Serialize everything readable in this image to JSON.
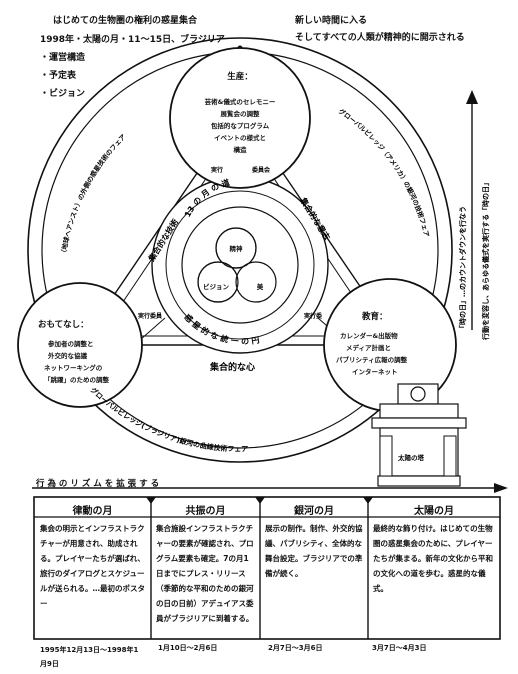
{
  "header": {
    "title": "はじめての生物圏の権利の惑星集合",
    "dates": "1998年・太陽の月・11〜15日、ブラジリア",
    "bullets": [
      "・運営構造",
      "・予定表",
      "・ビジョン"
    ],
    "right_line1": "新しい時間に入る",
    "right_line2": "そしてすべての人類が精神的に開示される"
  },
  "diagram": {
    "top_circle": {
      "title": "生産：",
      "lines": [
        "芸術&儀式のセレモニー",
        "展覧会の調整",
        "包括的なプログラム",
        "イベントの様式と",
        "構造"
      ]
    },
    "left_circle": {
      "title": "おもてなし：",
      "lines": [
        "参加者の調整と",
        "外交的な協議",
        "ネットワーキングの",
        "「跳躍」のための調整"
      ]
    },
    "right_circle": {
      "title": "教育：",
      "lines": [
        "カレンダー&出版物",
        "メディア計画と",
        "パブリシティ広報の調整",
        "インターネット"
      ]
    },
    "center": {
      "top": "精神",
      "left": "ビジョン",
      "right": "美"
    },
    "inner_ring_label": "13 の 月 の 道",
    "bottom_arc_label": "惑 星 的 な 統 一 の 円",
    "left_spoke": "集合的な技術",
    "right_spoke": "集合的な意志",
    "bottom_spoke": "集合的な心",
    "small_labels": [
      "実行",
      "委員会",
      "実行委員",
      "実行委"
    ],
    "outer_arc_bottom": "グローバルビレッジ(ブラジリア)銀河の曲線技術フェア",
    "outer_arc_left": "（地球ヘアンスト）の外側の惑星技術のフェア",
    "outer_arc_right": "グローバルビレッジ（アメリカ）の銀河の技術フェア",
    "tower_label": "太陽の塔",
    "vertical_left": "「時の日」…のカウントダウンを行なう",
    "vertical_right": "行動を変容し、あらゆる儀式を実行する「時の日」"
  },
  "timeline": {
    "banner": "行 為 の リ ズ ム を 拡 張 す る",
    "columns": [
      {
        "title": "律動の月",
        "body": "集会の明示とインフラストラクチャーが用意され、助成される。プレイヤーたちが選ばれ、旅行のダイアログとスケジュールが送られる。…最初のポスター",
        "date": "1995年12月13日〜1998年1月9日"
      },
      {
        "title": "共振の月",
        "body": "集合施設インフラストラクチャーの要素が確認され、プログラム要素も確定。7の月1日までにプレス・リリース（季節的な平和のための銀河の日の日前）アデュイアス委員がブラジリアに到着する。",
        "date": "1月10日〜2月6日"
      },
      {
        "title": "銀河の月",
        "body": "展示の制作。制作、外交的協議、パブリシティ、全体的な舞台設定。ブラジリアでの準備が続く。",
        "date": "2月7日〜3月6日"
      },
      {
        "title": "太陽の月",
        "body": "最終的な飾り付け。はじめての生物圏の惑星集会のために、プレイヤーたちが集まる。新年の文化から平和の文化への道を歩む。惑星的な儀式。",
        "date": "3月7日〜4月3日"
      }
    ]
  }
}
